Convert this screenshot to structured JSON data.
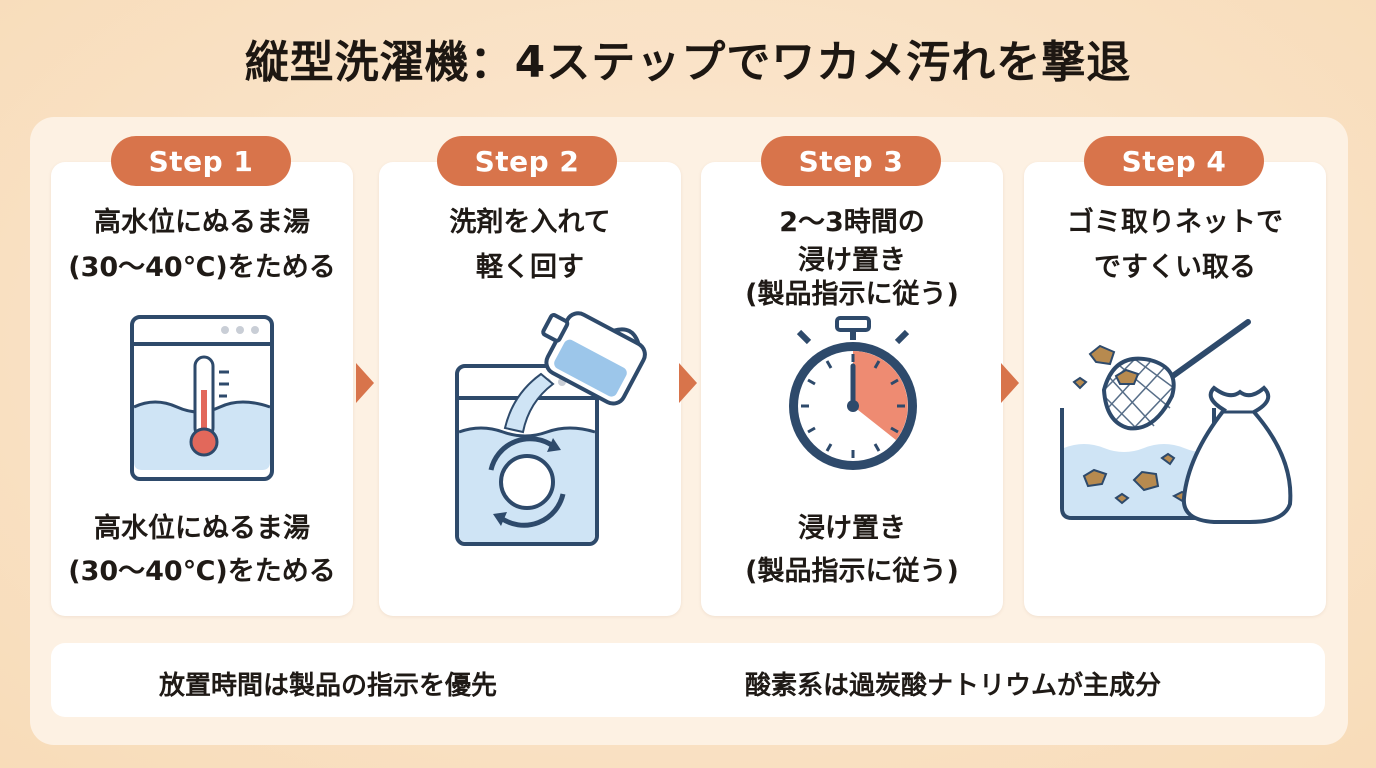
{
  "title": "縦型洗濯機：4ステップでワカメ汚れを撃退",
  "steps": [
    {
      "badge": "Step 1",
      "lines": [
        "高水位にぬるま湯",
        "(30〜40℃)をためる"
      ],
      "extra_lines": [
        "高水位にぬるま湯",
        "(30〜40℃)をためる"
      ],
      "icon": "washing-machine-thermometer-icon"
    },
    {
      "badge": "Step 2",
      "lines": [
        "洗剤を入れて",
        "軽く回す"
      ],
      "icon": "detergent-pour-icon"
    },
    {
      "badge": "Step 3",
      "lines": [
        "2〜3時間の",
        "浸け置き",
        "(製品指示に従う)"
      ],
      "extra_lines": [
        "浸け置き",
        "(製品指示に従う)"
      ],
      "icon": "stopwatch-icon"
    },
    {
      "badge": "Step 4",
      "lines": [
        "ゴミ取りネットで",
        "ですくい取る"
      ],
      "icon": "net-scoop-icon"
    }
  ],
  "notes": [
    "放置時間は製品の指示を優先",
    "酸素系は過炭酸ナトリウムが主成分"
  ],
  "colors": {
    "accent": "#d8744b",
    "background": "#f8dcb9",
    "water": "#cfe4f5",
    "outline": "#2e4a6b",
    "timer_fill": "#ee8b72"
  }
}
